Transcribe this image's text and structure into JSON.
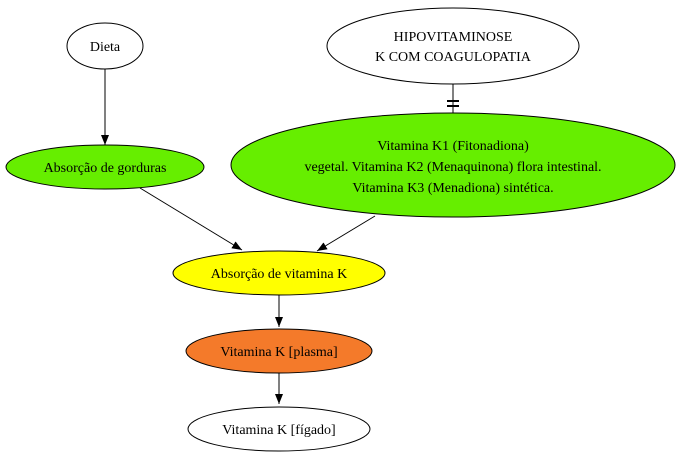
{
  "nodes": {
    "dieta": {
      "label": "Dieta",
      "fill": "#ffffff"
    },
    "hipo": {
      "lines": [
        "HIPOVITAMINOSE",
        "K COM COAGULOPATIA"
      ],
      "fill": "#ffffff"
    },
    "gorduras": {
      "label": "Absorção de gorduras",
      "fill": "#66ee00"
    },
    "vitk_types": {
      "lines": [
        "Vitamina K1 (Fitonadiona)",
        "vegetal. Vitamina K2 (Menaquinona) flora intestinal.",
        "Vitamina K3 (Menadiona) sintética."
      ],
      "fill": "#66ee00"
    },
    "absorcao_k": {
      "label": "Absorção de vitamina K",
      "fill": "#ffff00"
    },
    "plasma": {
      "label": "Vitamina K [plasma]",
      "fill": "#f47a2a"
    },
    "figado": {
      "label": "Vitamina K [fígado]",
      "fill": "#ffffff"
    }
  }
}
